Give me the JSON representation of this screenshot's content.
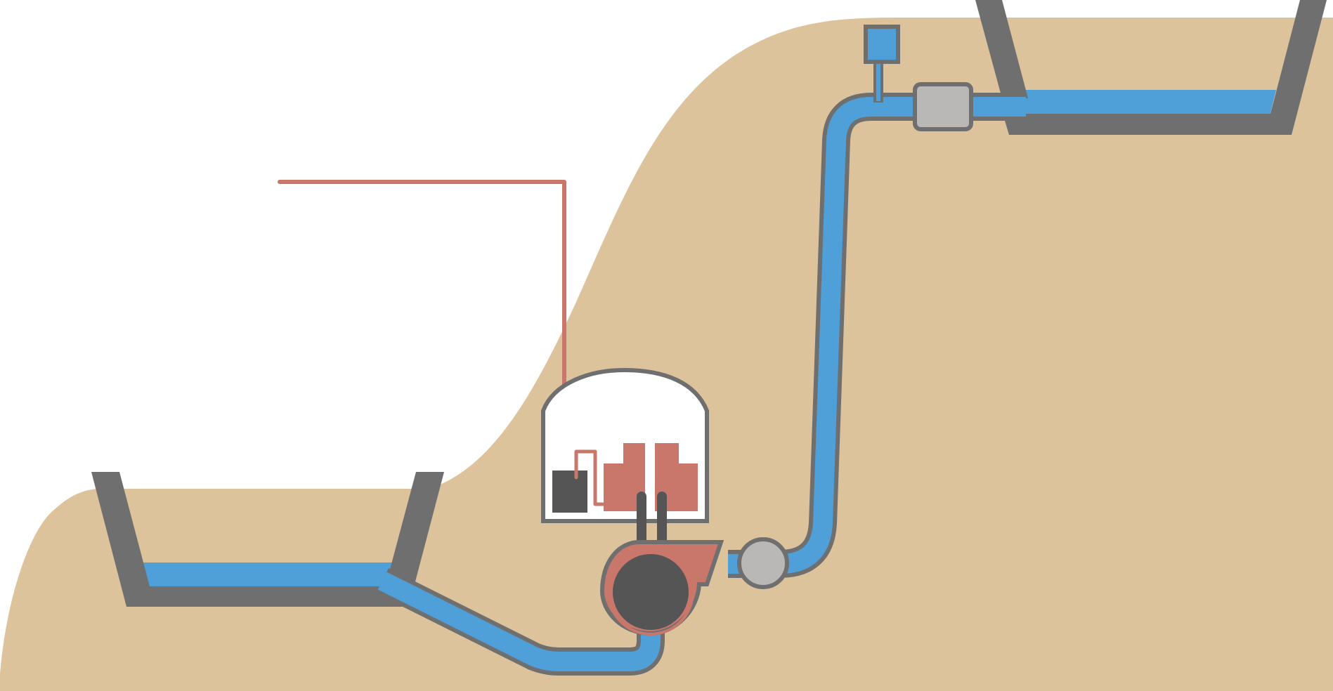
{
  "diagram": {
    "subject": "pumped-storage-hydroelectric-plant",
    "labels": []
  },
  "colors": {
    "ground": "#DDC39C",
    "water": "#4F9FD8",
    "wall": "#6F6F6F",
    "power": "#C9766B",
    "machine_dark": "#555555",
    "valve_fill": "#B9B8B6",
    "building": "#FFFFFF"
  },
  "icons": {
    "lower_reservoir": "reservoir-basin",
    "upper_reservoir": "reservoir-basin",
    "powerhouse": "domed-building",
    "turbine": "turbine-wheel",
    "generator": "generator-block",
    "transformer": "transformer-block",
    "valve": "butterfly-valve",
    "gate": "intake-gate",
    "surge_tank": "surge-tank"
  }
}
